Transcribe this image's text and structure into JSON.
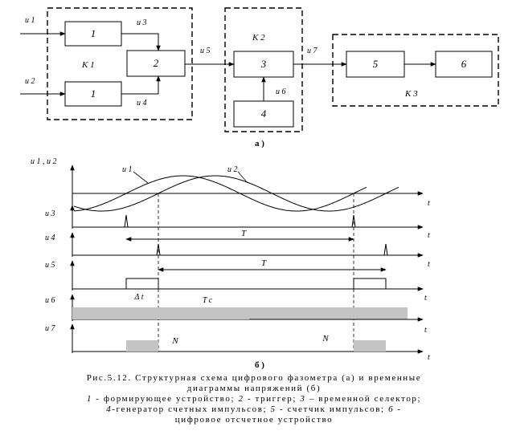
{
  "diagram": {
    "signals": {
      "u1": "u 1",
      "u2": "u 2",
      "u3": "u 3",
      "u4": "u 4",
      "u5": "u 5",
      "u6": "u 6",
      "u7": "u 7"
    },
    "groups": {
      "k1": "K 1",
      "k2": "K 2",
      "k3": "K 3"
    },
    "blocks": {
      "shaper_top": "1",
      "shaper_bottom": "1",
      "trigger": "2",
      "selector": "3",
      "generator": "4",
      "counter": "5",
      "display": "6"
    },
    "part_label_a": "а )"
  },
  "timing": {
    "labels": {
      "u1u2": "u 1 ,  u 2",
      "wave_u1": "u 1",
      "wave_u2": "u 2",
      "u3": "u 3",
      "u4": "u 4",
      "u5": "u 5",
      "u6": "u 6",
      "u7": "u 7",
      "t": "t",
      "period": "T",
      "delta_t": "Δ t",
      "t_count": "T c",
      "n": "N"
    },
    "part_label_b": "б )"
  },
  "caption": {
    "line1": "Рис.5.12. Структурная схема цифрового фазометра (а) и временные",
    "line2": "диаграммы напряжений (б)",
    "line3": [
      {
        "t": "1",
        "it": true
      },
      {
        "t": " - формирующее устройство; ",
        "it": false
      },
      {
        "t": "2",
        "it": true
      },
      {
        "t": " - триггер; ",
        "it": false
      },
      {
        "t": "3",
        "it": true
      },
      {
        "t": " – временной селектор;",
        "it": false
      }
    ],
    "line4": [
      {
        "t": "4",
        "it": true
      },
      {
        "t": "-генератор счетных импульсов; ",
        "it": false
      },
      {
        "t": "5",
        "it": true
      },
      {
        "t": " - счетчик импульсов; ",
        "it": false
      },
      {
        "t": "6",
        "it": true
      },
      {
        "t": " -",
        "it": false
      }
    ],
    "line5": "цифровое отсчетное устройство"
  }
}
